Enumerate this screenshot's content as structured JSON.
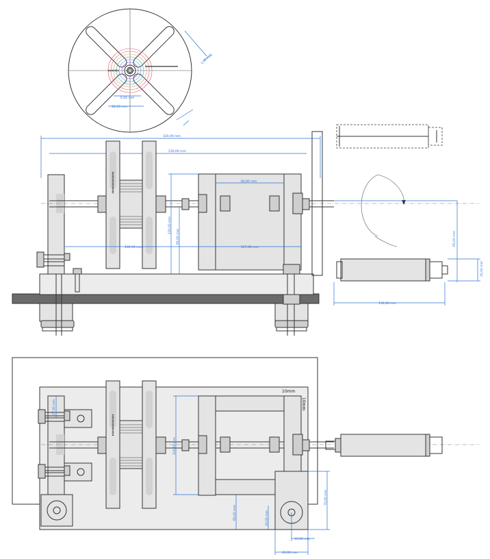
{
  "dimensions": {
    "d_1_90": "1,90 mm",
    "d_6_00": "6,00 mm",
    "d_28_50": "28,50 mm",
    "d_320": "320,00 mm",
    "d_230": "230,00 mm",
    "d_80": "80,00 mm",
    "d_120_a": "120,00 mm",
    "d_85": "85,00 mm",
    "d_100": "100,00 mm",
    "d_127": "127,00 mm",
    "d_65": "65,00 mm",
    "d_25": "25,00 mm",
    "d_130": "130,00 mm",
    "d_27_50": "27,50 mm",
    "d_120_b": "120,00 mm",
    "d_60": "60,00 mm",
    "d_20": "20,00 mm",
    "d_70": "70,00 mm",
    "d_10_06": "10,06 mm",
    "d_40": "40,00 mm"
  },
  "labels": {
    "ten_mm_h": "10mm",
    "ten_mm_v": "10mm"
  }
}
